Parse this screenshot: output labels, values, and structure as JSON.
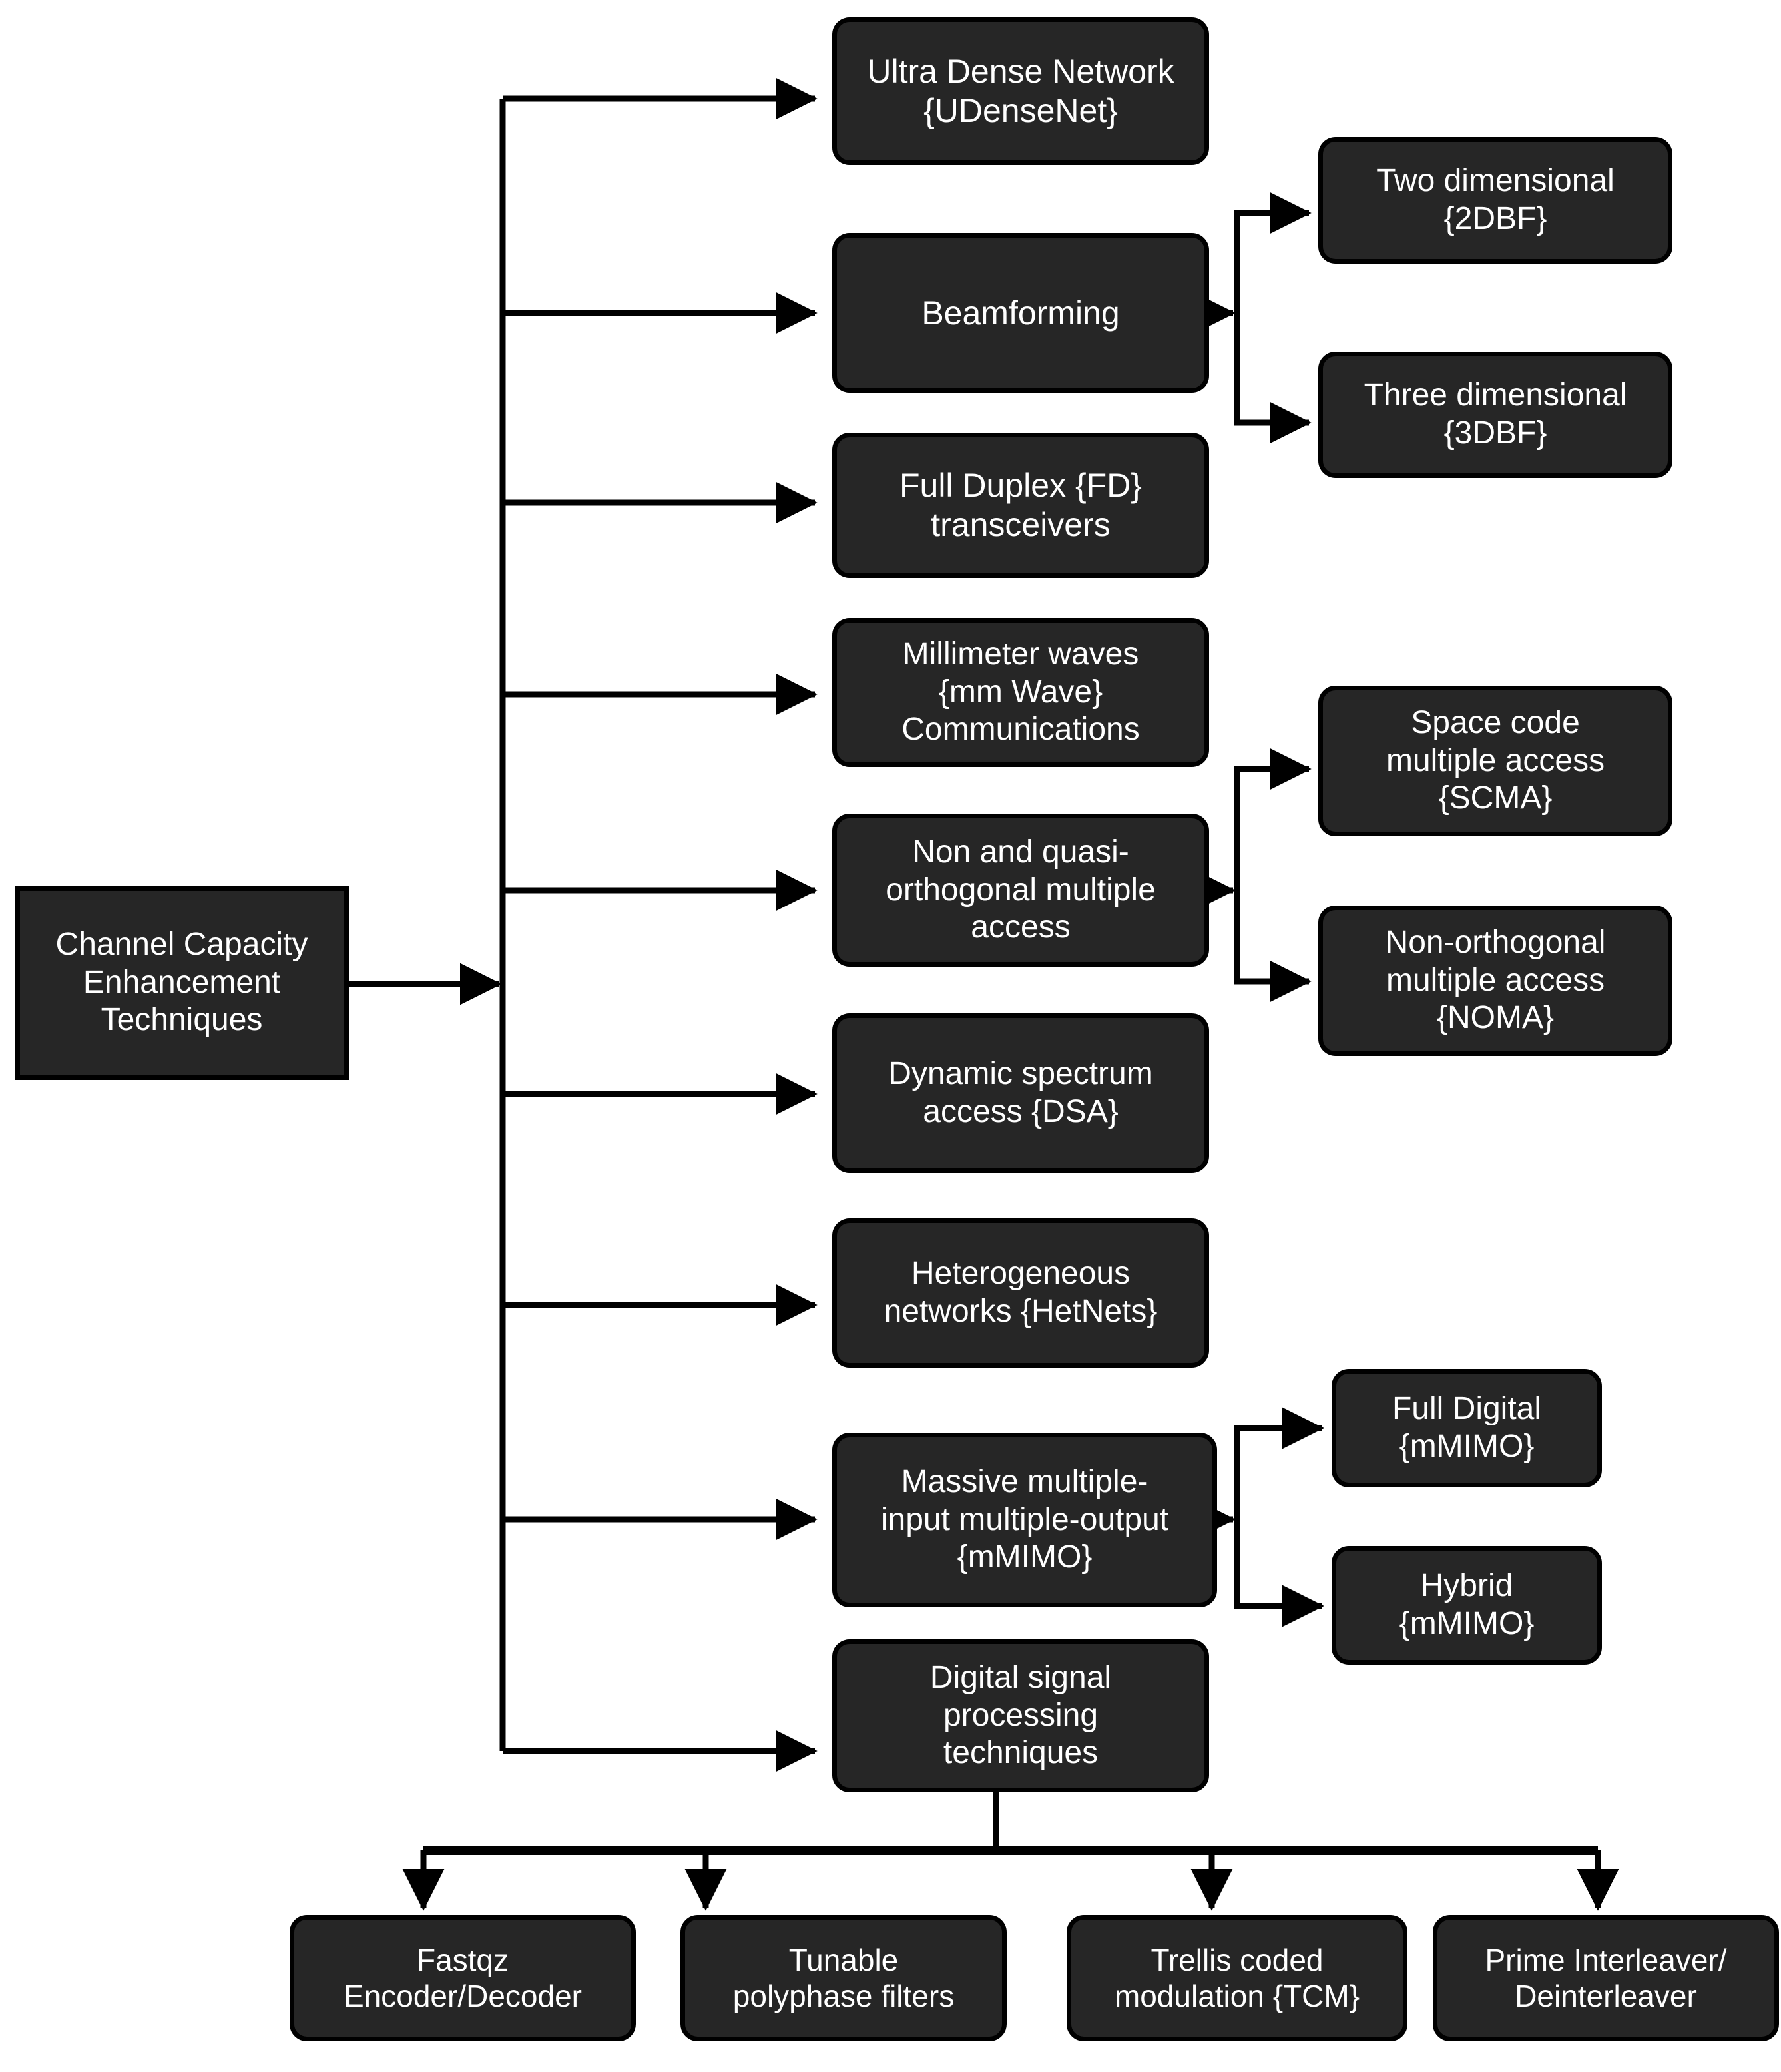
{
  "diagram": {
    "title": "Channel Capacity Enhancement Techniques",
    "type": "tree-flowchart",
    "colors": {
      "node_fill": "#262626",
      "node_border": "#000000",
      "node_text": "#ffffff",
      "connector": "#000000",
      "background": "#ffffff"
    },
    "root": {
      "label": "Channel Capacity\nEnhancement\nTechniques"
    },
    "level1": [
      {
        "id": "udensenet",
        "label": "Ultra Dense Network\n{UDenseNet}"
      },
      {
        "id": "beamforming",
        "label": "Beamforming"
      },
      {
        "id": "fullduplex",
        "label": "Full Duplex {FD}\ntransceivers"
      },
      {
        "id": "mmwave",
        "label": "Millimeter waves\n{mm Wave}\nCommunications"
      },
      {
        "id": "nqoma",
        "label": "Non and quasi-\northogonal multiple\naccess"
      },
      {
        "id": "dsa",
        "label": "Dynamic spectrum\naccess {DSA}"
      },
      {
        "id": "hetnets",
        "label": "Heterogeneous\nnetworks {HetNets}"
      },
      {
        "id": "mmimo",
        "label": "Massive multiple-\ninput multiple-output\n{mMIMO}"
      },
      {
        "id": "dsp",
        "label": "Digital signal\nprocessing\ntechniques"
      }
    ],
    "level2": {
      "beamforming": [
        {
          "id": "2dbf",
          "label": "Two dimensional\n{2DBF}"
        },
        {
          "id": "3dbf",
          "label": "Three dimensional\n{3DBF}"
        }
      ],
      "nqoma": [
        {
          "id": "scma",
          "label": "Space code\nmultiple access\n{SCMA}"
        },
        {
          "id": "noma",
          "label": "Non-orthogonal\nmultiple access\n{NOMA}"
        }
      ],
      "mmimo": [
        {
          "id": "fulldigital",
          "label": "Full Digital\n{mMIMO}"
        },
        {
          "id": "hybrid",
          "label": "Hybrid\n{mMIMO}"
        }
      ],
      "dsp": [
        {
          "id": "fastqz",
          "label": "Fastqz\nEncoder/Decoder"
        },
        {
          "id": "polyphase",
          "label": "Tunable\npolyphase filters"
        },
        {
          "id": "tcm",
          "label": "Trellis coded\nmodulation {TCM}"
        },
        {
          "id": "interleaver",
          "label": "Prime Interleaver/\nDeinterleaver"
        }
      ]
    }
  }
}
